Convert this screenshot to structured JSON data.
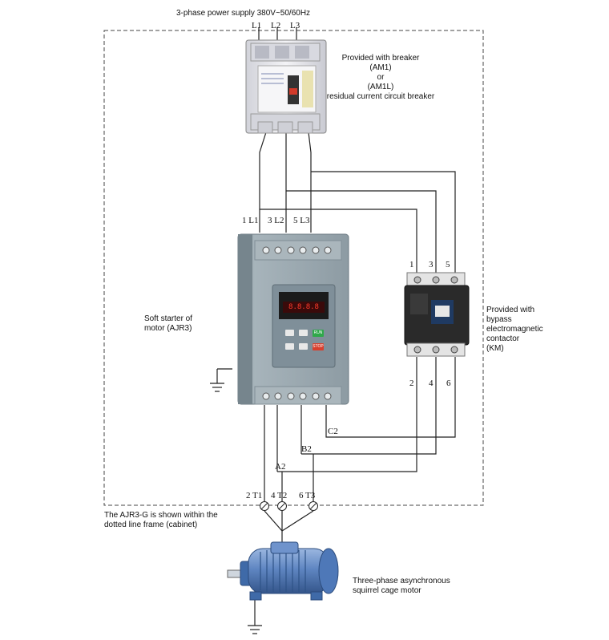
{
  "supply": {
    "label": "3-phase power supply  380V~50/60Hz",
    "phases": [
      "L1",
      "L2",
      "L3"
    ]
  },
  "breaker": {
    "lines": [
      "Provided with breaker",
      "(AM1)",
      "or",
      "(AM1L)",
      "residual current circuit breaker"
    ]
  },
  "starter": {
    "label_lines": [
      "Soft starter of",
      "motor (AJR3)"
    ],
    "input_terminals": [
      "1 L1",
      "3 L2",
      "5 L3"
    ],
    "output_labels": [
      "A2",
      "B2",
      "C2"
    ],
    "display": "8.8.8.8",
    "keys": [
      "RUN",
      "STOP"
    ]
  },
  "contactor": {
    "top_terminals": [
      "1",
      "3",
      "5"
    ],
    "bottom_terminals": [
      "2",
      "4",
      "6"
    ],
    "label_lines": [
      "Provided with",
      "bypass",
      "electromagnetic",
      "contactor",
      "(KM)"
    ]
  },
  "output_terminals": [
    "2 T1",
    "4 T2",
    "6 T3"
  ],
  "cabinet": {
    "label_lines": [
      "The AJR3-G is shown within the",
      "dotted line frame (cabinet)"
    ]
  },
  "motor": {
    "label_lines": [
      "Three-phase asynchronous",
      "squirrel cage motor"
    ]
  },
  "colors": {
    "wire": "#222222",
    "starter_body": "#9aa8b0",
    "starter_panel": "#7f8f99",
    "contactor": "#2a2a2a",
    "breaker": "#e8e8ec",
    "motor": "#5f86c2"
  }
}
